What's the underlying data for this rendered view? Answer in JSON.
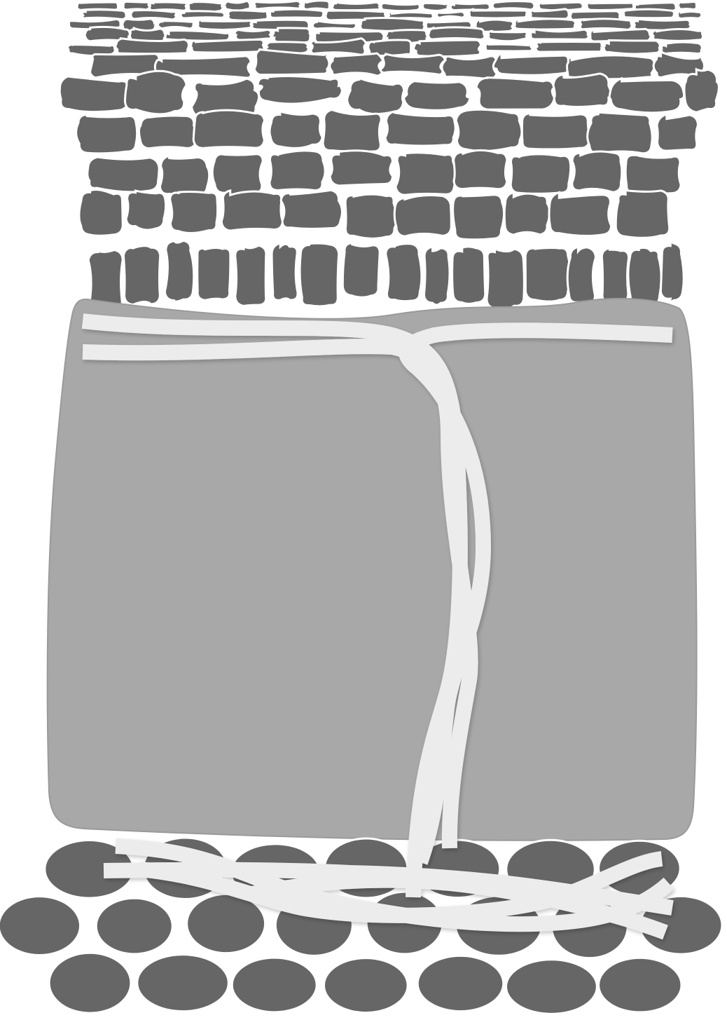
{
  "diagram": {
    "labels": [],
    "colors": {
      "background": "#ffffff",
      "cell": "#666666",
      "cell_outline": "#ffffff",
      "membrane": "#a8a8a8",
      "membrane_edge": "#9a9a9a",
      "fiber": "#ececec",
      "fiber_shadow": "#c4c4c4"
    },
    "layers": [
      {
        "name": "flattened-surface-cells",
        "rows": 6
      },
      {
        "name": "upper-irregular-cells",
        "rows": 2
      },
      {
        "name": "columnar-cells",
        "rows": 5
      },
      {
        "name": "gray-membrane",
        "rows": 1
      },
      {
        "name": "oval-cells",
        "rows": 3
      }
    ],
    "fibers": 4
  }
}
